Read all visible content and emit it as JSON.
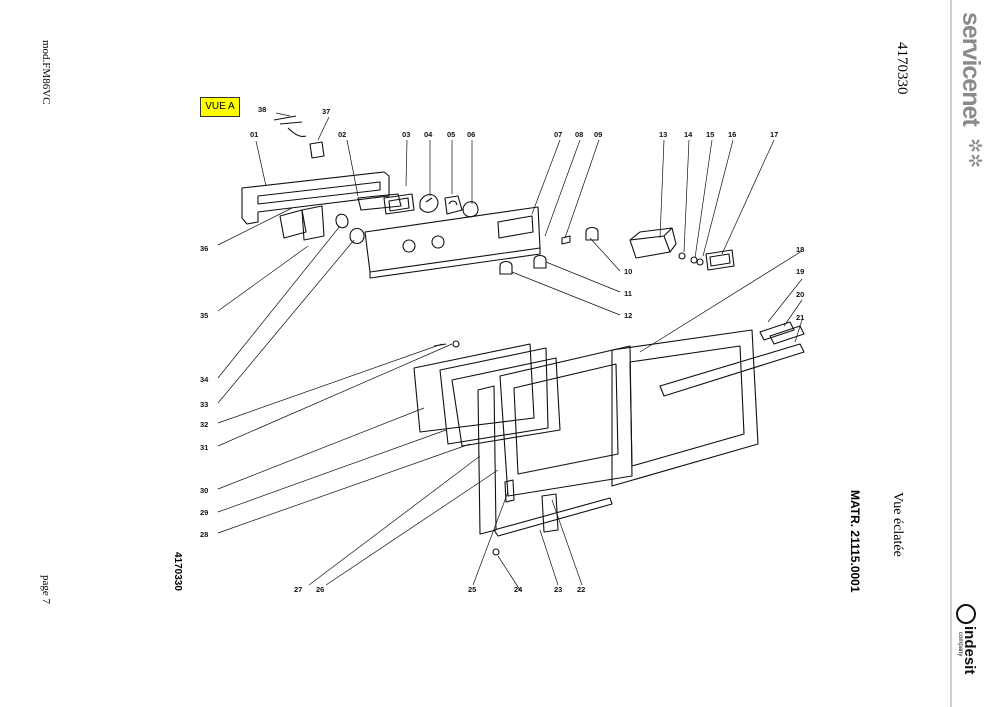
{
  "doc": {
    "model": "mod.FM86VC",
    "page": "page 7",
    "code_top": "4170330",
    "code_bottom": "4170330",
    "matr": "MATR. 21115.0001",
    "title": "Vue éclatée",
    "view_label": "VUE A",
    "brand_servicenet": "servicenet",
    "brand_indesit": "indesit",
    "brand_indesit_sub": "company"
  },
  "parts": [
    "01",
    "02",
    "03",
    "04",
    "05",
    "06",
    "07",
    "08",
    "09",
    "10",
    "11",
    "12",
    "13",
    "14",
    "15",
    "16",
    "17",
    "18",
    "19",
    "20",
    "21",
    "22",
    "23",
    "24",
    "25",
    "26",
    "27",
    "28",
    "29",
    "30",
    "31",
    "32",
    "33",
    "34",
    "35",
    "36",
    "37",
    "38"
  ],
  "colors": {
    "view_label_bg": "#ffff00",
    "ink": "#111111",
    "brand_gray": "#8a8a8a"
  }
}
